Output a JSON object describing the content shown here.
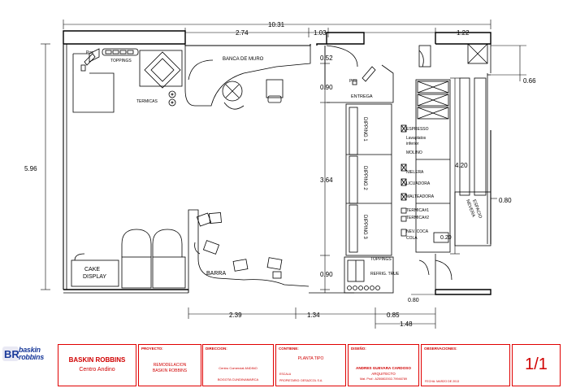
{
  "dimensions": {
    "total_width": "10.31",
    "seg_274": "2.74",
    "seg_103": "1.03",
    "seg_122": "1.22",
    "height_total": "5.96",
    "d052": "0.52",
    "d090a": "0.90",
    "d364": "3.64",
    "d090b": "0.90",
    "d066": "0.66",
    "d420": "4.20",
    "d080r": "0.80",
    "d020": "0.20",
    "d080b": "0.80",
    "b239": "2.39",
    "b134": "1.34",
    "b085": "0.85",
    "b148": "1.48"
  },
  "labels": {
    "pos_left": "Pos",
    "toppings_top": "TOPPINGS",
    "banca": "BANCA DE MURO",
    "termicas": "TERMICAS",
    "pos_right": "Pos",
    "entrega": "ENTREGA",
    "dipping1": "DIPPING 1",
    "dipping2": "DIPPING 2",
    "dipping3": "DIPPING 3",
    "toppings_bottom": "TOPPINGS",
    "refrig": "REFRIG. TRUE",
    "espresso": "ESPRESSO",
    "lavaplatos1": "Lavaplatos",
    "lavaplatos2": "inferior",
    "molino": "MOLINO",
    "nielera": "NIELERA",
    "licuadora": "LICUADORA",
    "malteadora": "MALTEADORA",
    "termica1": "TERMICA#1",
    "termica2": "TERMICA#2",
    "nev1": "NEV. COCA",
    "nev2": "COLA",
    "espacio1": "ESPACIO",
    "espacio2": "NEVERA",
    "cake1": "CAKE",
    "cake2": "DISPLAY",
    "barra": "BARRA"
  },
  "title_block": {
    "logo_line1": "baskin",
    "logo_line2": "robbins",
    "logo_mark": "BR",
    "brand": "BASKIN ROBBINS",
    "brand_sub": "Centro Andino",
    "proyecto_hdr": "PROYECTO:",
    "proyecto_1": "REMODELACION",
    "proyecto_2": "BASKIN ROBBINS",
    "direccion_hdr": "DIRECCION:",
    "direccion_1": "Centro Comercial ANDINO",
    "direccion_2": "BOGOTA CUNDINAMARCA",
    "contiene_hdr": "CONTIENE:",
    "contiene_1": "PLANTA TIPO",
    "escala": "ESCALA",
    "propietario": "PROPIETARIO: DESAZCOL S.A.",
    "diseno_hdr": "DISEÑO:",
    "diseno_1": "ANDRES GUEVARA CARDOSO",
    "diseno_2": "ARQUITECTO",
    "diseno_3": "Mat. Prof.: A250802002-79946789",
    "observ_hdr": "OBSERVACIONES:",
    "fecha": "FECHA: MARZO DE 2013",
    "sheet": "1/1"
  }
}
